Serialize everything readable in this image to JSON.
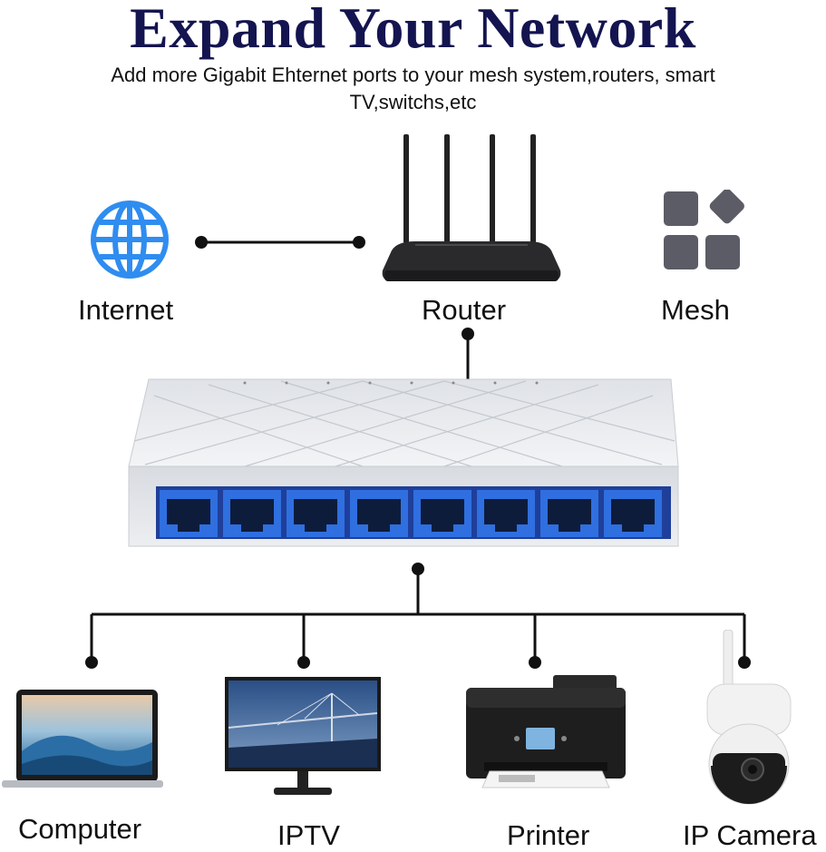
{
  "header": {
    "title": "Expand Your Network",
    "subtitle": "Add more Gigabit Ehternet ports to your mesh system,routers, smart TV,switchs,etc"
  },
  "top_nodes": {
    "internet": "Internet",
    "router": "Router",
    "mesh": "Mesh"
  },
  "bottom_nodes": {
    "computer": "Computer",
    "iptv": "IPTV",
    "printer": "Printer",
    "ip_camera": "IP Camera"
  },
  "colors": {
    "title": "#141450",
    "globe": "#2f8df0",
    "mesh_tiles": "#5c5c66",
    "port_blue": "#2f6fe0",
    "switch_body": "#e6e8ec"
  },
  "icons": [
    "globe-icon",
    "router-icon",
    "mesh-icon",
    "switch-icon",
    "laptop-icon",
    "monitor-icon",
    "printer-icon",
    "camera-icon"
  ]
}
